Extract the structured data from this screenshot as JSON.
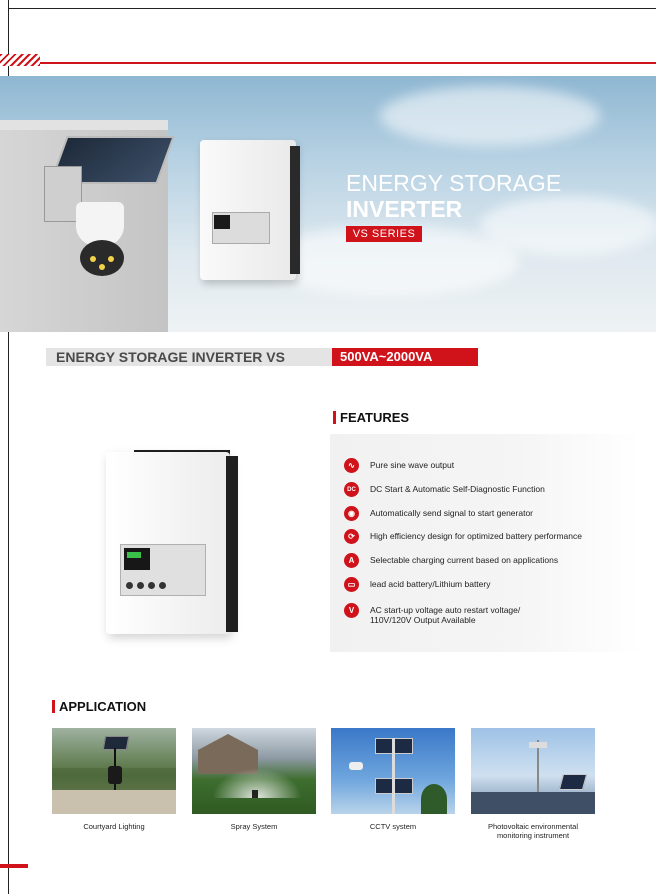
{
  "banner": {
    "title_line1": "ENERGY STORAGE",
    "title_line2": "INVERTER",
    "series": "VS SERIES"
  },
  "title_bar": {
    "name": "ENERGY STORAGE INVERTER VS",
    "range": "500VA~2000VA"
  },
  "features": {
    "heading": "FEATURES",
    "items": [
      {
        "icon": "sine-wave-icon",
        "glyph": "∿",
        "text": "Pure sine wave output"
      },
      {
        "icon": "dc-icon",
        "glyph": "DC",
        "text": "DC Start & Automatic Self-Diagnostic Function"
      },
      {
        "icon": "generator-signal-icon",
        "glyph": "◉",
        "text": "Automatically send signal to start generator"
      },
      {
        "icon": "efficiency-cycle-icon",
        "glyph": "⟳",
        "text": "High efficiency design for optimized battery performance"
      },
      {
        "icon": "charging-current-icon",
        "glyph": "A",
        "text": "Selectable charging current based on applications"
      },
      {
        "icon": "battery-icon",
        "glyph": "▭",
        "text": "lead acid battery/Lithium battery"
      },
      {
        "icon": "voltage-icon",
        "glyph": "V",
        "text": "AC start-up voltage auto restart voltage/\n110V/120V Output Available"
      }
    ]
  },
  "application": {
    "heading": "APPLICATION",
    "items": [
      {
        "caption": "Courtyard Lighting"
      },
      {
        "caption": "Spray System"
      },
      {
        "caption": "CCTV system"
      },
      {
        "caption": "Photovoltaic environmental\nmonitoring instrument"
      }
    ]
  },
  "colors": {
    "accent": "#d0121b",
    "title_gray": "#e4e4e4"
  }
}
